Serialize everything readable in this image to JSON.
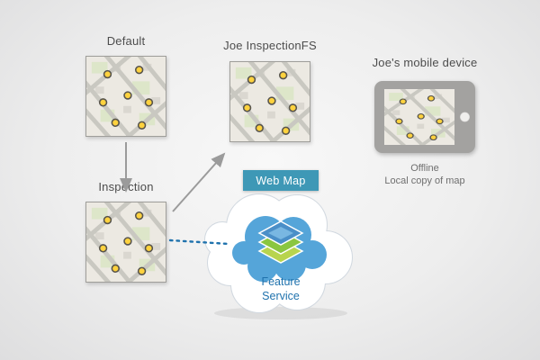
{
  "labels": {
    "default_version": "Default",
    "joe_inspectionfs_version": "Joe InspectionFS",
    "inspection_version": "Inspection",
    "mobile_device": "Joe's mobile device",
    "web_map": "Web Map",
    "feature_service": "Feature Service",
    "offline_status": "Offline",
    "offline_detail": "Local copy of map"
  },
  "colors": {
    "web_map_banner": "#3E98B6",
    "feature_service_text": "#1F72AD",
    "dotted_connector": "#1F72AD",
    "arrow": "#9B9B9B",
    "point_marker_yellow": "#FFD23E",
    "cloud_blue": "#55A5D9",
    "label_text": "#4D4D4D",
    "offline_text": "#6F6F6F"
  },
  "icons": {
    "map_thumbnail": "street-map-with-yellow-point-markers",
    "cloud": "cloud-shape",
    "feature_service_layers": "stacked-layers-diamond",
    "tablet": "tablet-device-landscape",
    "arrow": "gray-arrow",
    "dotted_link": "blue-dotted-connector"
  }
}
